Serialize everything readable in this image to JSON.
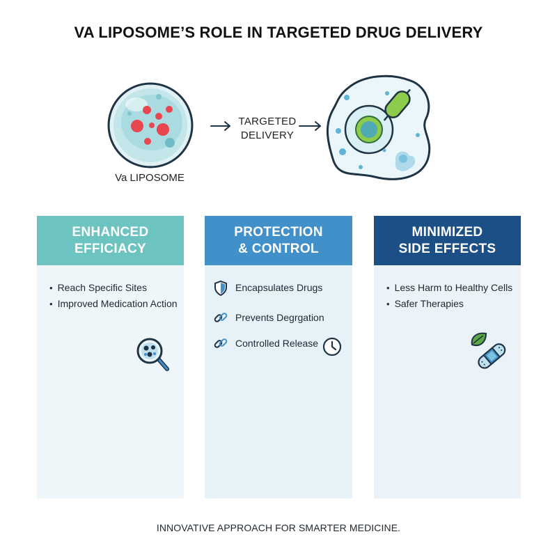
{
  "title": "VA LIPOSOME’S ROLE IN TARGETED DRUG DELIVERY",
  "hero": {
    "liposome_label": "Va LIPOSOME",
    "delivery_line1": "TARGETED",
    "delivery_line2": "DELIVERY"
  },
  "cards": [
    {
      "heading_line1": "ENHANCED",
      "heading_line2": "EFFICIACY",
      "color": "#6cc3bf",
      "items": [
        "Reach Specific Sites",
        "Improved Medication Action"
      ],
      "icon": "magnifier-cells-icon"
    },
    {
      "heading_line1": "PROTECTION",
      "heading_line2": "& CONTROL",
      "color": "#4190c9",
      "items": [
        "Encapsulates Drugs",
        "Prevents Degrgation",
        "Controlled Release"
      ],
      "icons": [
        "shield-icon",
        "link-icon",
        "link-icon",
        "clock-icon"
      ]
    },
    {
      "heading_line1": "MINIMIZED",
      "heading_line2": "SIDE EFFECTS",
      "color": "#1c4f86",
      "items": [
        "Less Harm to Healthy Cells",
        "Safer Therapies"
      ],
      "icon": "leaf-bandage-icon"
    }
  ],
  "footer": "INNOVATIVE APPROACH FOR SMARTER MEDICINE."
}
